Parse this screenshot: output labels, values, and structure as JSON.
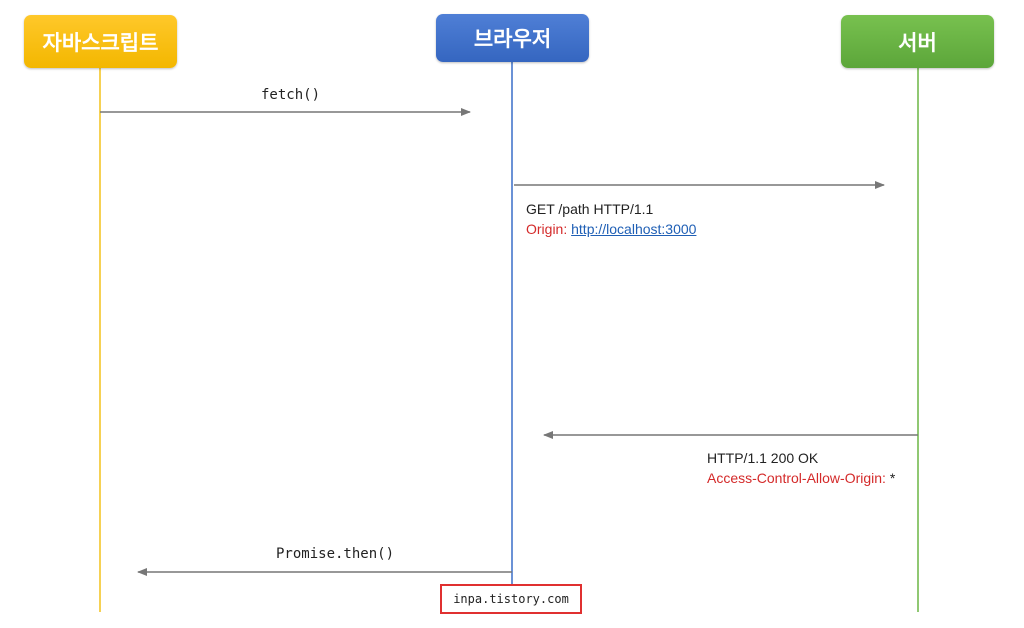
{
  "actors": {
    "javascript": "자바스크립트",
    "browser": "브라우저",
    "server": "서버"
  },
  "messages": {
    "fetch": "fetch()",
    "request_line": "GET /path HTTP/1.1",
    "request_header_name": "Origin:",
    "request_header_value": "http://localhost:3000",
    "response_line": "HTTP/1.1 200 OK",
    "response_header_name": "Access-Control-Allow-Origin:",
    "response_header_value": "*",
    "promise_then": "Promise.then()"
  },
  "watermark": "inpa.tistory.com",
  "colors": {
    "javascript_lifeline": "#f3c21a",
    "browser_lifeline": "#3a6fc8",
    "server_lifeline": "#6cb545",
    "arrow": "#777777",
    "header_key": "#d42a2a",
    "header_link": "#1f5fb5",
    "watermark_border": "#e03030"
  }
}
